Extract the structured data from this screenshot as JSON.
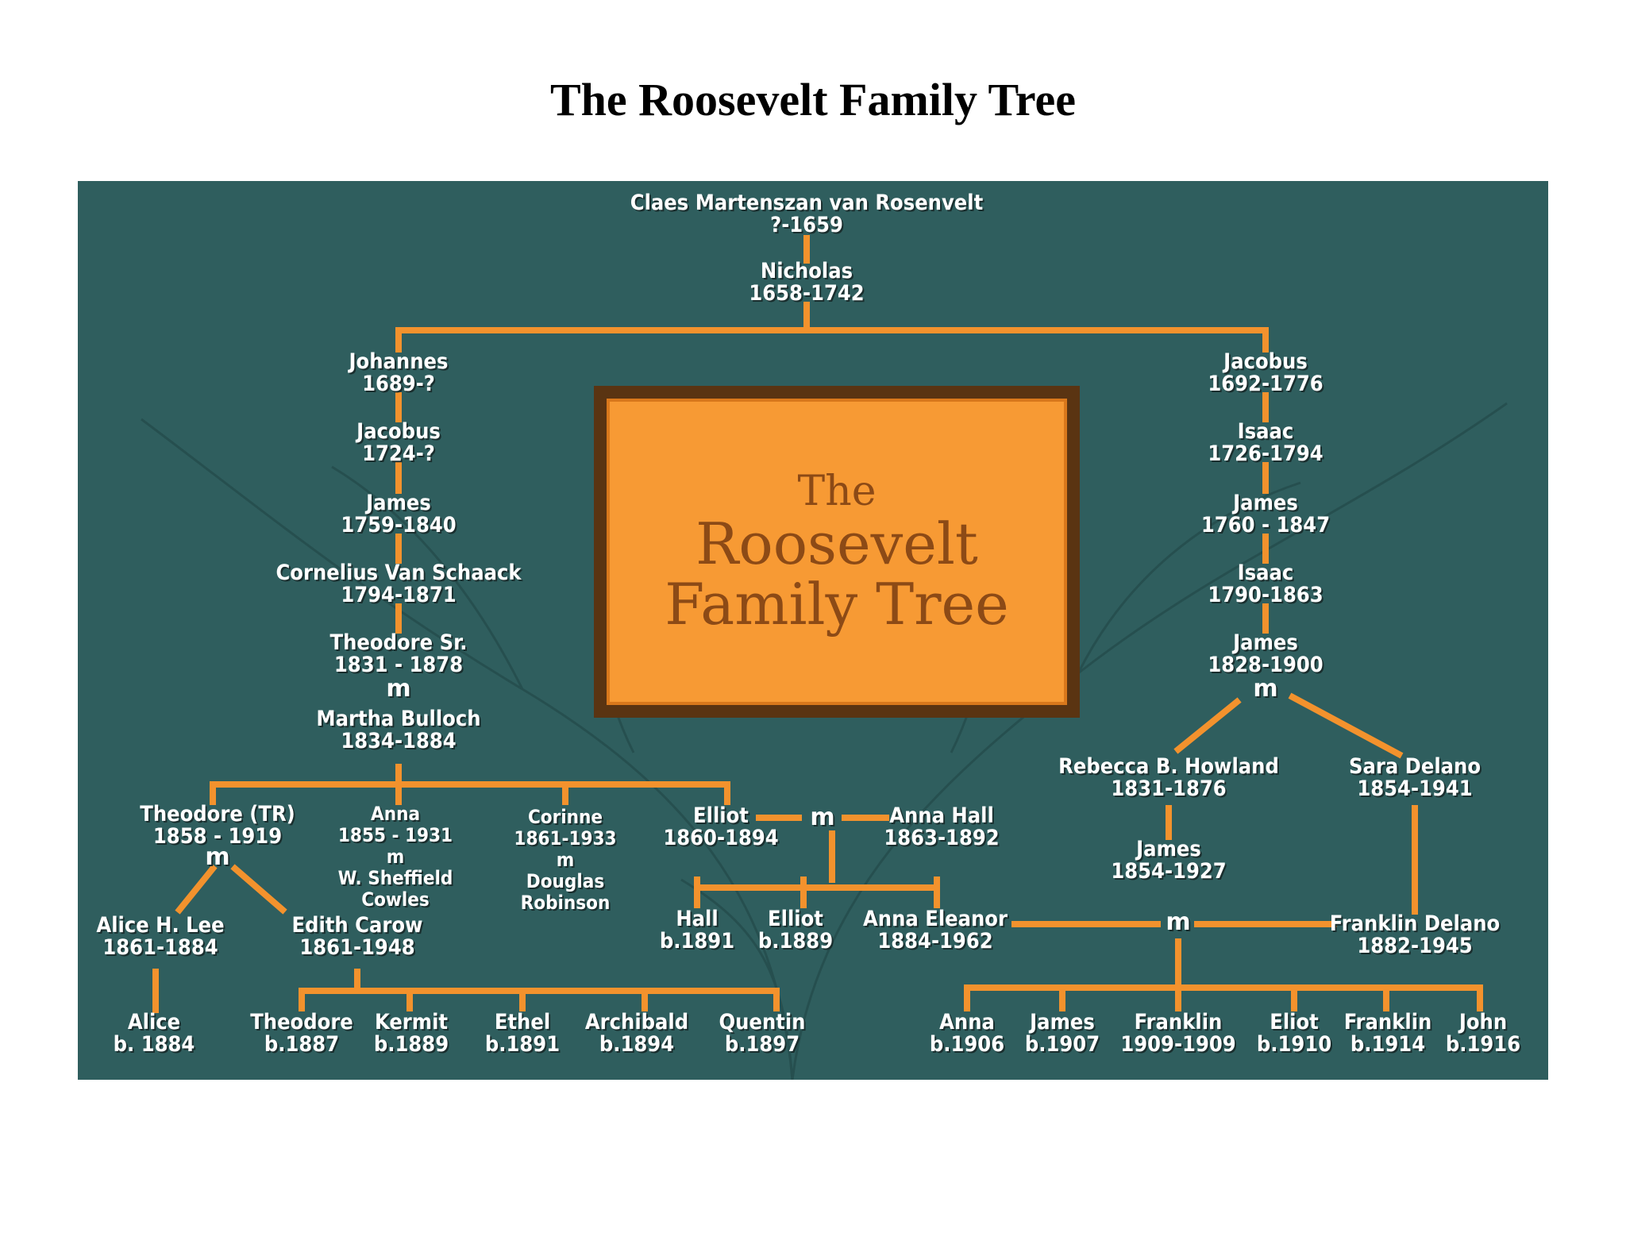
{
  "title": "The Roosevelt Family Tree",
  "center_title": {
    "line1": "The",
    "line2": "Roosevelt",
    "line3": "Family Tree"
  },
  "colors": {
    "background": "#2f5e5e",
    "connector": "#f3922d",
    "box": "#f79a34",
    "text": "#ffffff"
  },
  "marriage_label": "m",
  "people": {
    "claes": {
      "name": "Claes Martenszan van Rosenvelt",
      "dates": "?-1659"
    },
    "nicholas": {
      "name": "Nicholas",
      "dates": "1658-1742"
    },
    "johannes": {
      "name": "Johannes",
      "dates": "1689-?"
    },
    "jacobus_l": {
      "name": "Jacobus",
      "dates": "1724-?"
    },
    "james_l": {
      "name": "James",
      "dates": "1759-1840"
    },
    "cornelius": {
      "name": "Cornelius Van Schaack",
      "dates": "1794-1871"
    },
    "theodore_sr": {
      "name": "Theodore Sr.",
      "dates": "1831 - 1878"
    },
    "martha": {
      "name": "Martha Bulloch",
      "dates": "1834-1884"
    },
    "jacobus_r": {
      "name": "Jacobus",
      "dates": "1692-1776"
    },
    "isaac_1": {
      "name": "Isaac",
      "dates": "1726-1794"
    },
    "james_r1": {
      "name": "James",
      "dates": "1760 - 1847"
    },
    "isaac_2": {
      "name": "Isaac",
      "dates": "1790-1863"
    },
    "james_r2": {
      "name": "James",
      "dates": "1828-1900"
    },
    "rebecca": {
      "name": "Rebecca B. Howland",
      "dates": "1831-1876"
    },
    "sara": {
      "name": "Sara Delano",
      "dates": "1854-1941"
    },
    "james_r3": {
      "name": "James",
      "dates": "1854-1927"
    },
    "fdr": {
      "name": "Franklin Delano",
      "dates": "1882-1945"
    },
    "tr": {
      "name": "Theodore (TR)",
      "dates": "1858 - 1919"
    },
    "anna_c": {
      "name": "Anna",
      "dates": "1855 - 1931",
      "spouse": "W. Sheffield",
      "spouse2": "Cowles"
    },
    "corinne": {
      "name": "Corinne",
      "dates": "1861-1933",
      "spouse": "Douglas",
      "spouse2": "Robinson"
    },
    "elliot": {
      "name": "Elliot",
      "dates": "1860-1894"
    },
    "anna_hall": {
      "name": "Anna Hall",
      "dates": "1863-1892"
    },
    "alice_lee": {
      "name": "Alice H. Lee",
      "dates": "1861-1884"
    },
    "edith": {
      "name": "Edith Carow",
      "dates": "1861-1948"
    },
    "alice": {
      "name": "Alice",
      "dates": "b. 1884"
    },
    "theodore_jr": {
      "name": "Theodore",
      "dates": "b.1887"
    },
    "kermit": {
      "name": "Kermit",
      "dates": "b.1889"
    },
    "ethel": {
      "name": "Ethel",
      "dates": "b.1891"
    },
    "archibald": {
      "name": "Archibald",
      "dates": "b.1894"
    },
    "quentin": {
      "name": "Quentin",
      "dates": "b.1897"
    },
    "hall": {
      "name": "Hall",
      "dates": "b.1891"
    },
    "elliot_jr": {
      "name": "Elliot",
      "dates": "b.1889"
    },
    "eleanor": {
      "name": "Anna Eleanor",
      "dates": "1884-1962"
    },
    "anna_r": {
      "name": "Anna",
      "dates": "b.1906"
    },
    "james_fdr": {
      "name": "James",
      "dates": "b.1907"
    },
    "franklin_1": {
      "name": "Franklin",
      "dates": "1909-1909"
    },
    "eliot_fdr": {
      "name": "Eliot",
      "dates": "b.1910"
    },
    "franklin_2": {
      "name": "Franklin",
      "dates": "b.1914"
    },
    "john": {
      "name": "John",
      "dates": "b.1916"
    }
  }
}
